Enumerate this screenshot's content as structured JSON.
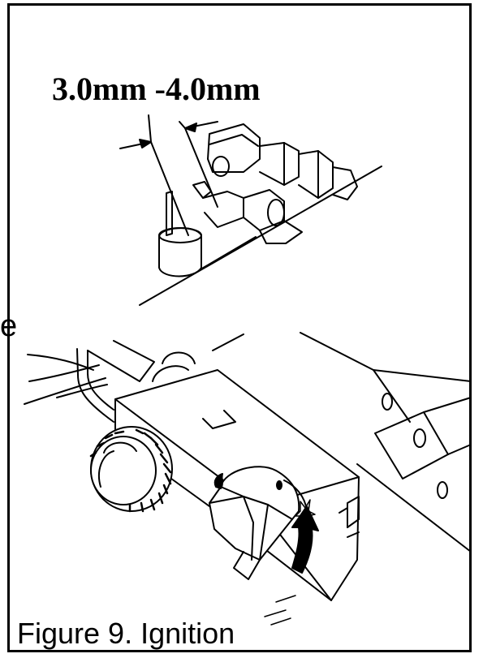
{
  "figure": {
    "dimension_label": "3.0mm -4.0mm",
    "caption": "Figure 9. Ignition",
    "stray_text": "e"
  },
  "icons": {
    "arrow": "curved-arrow-icon",
    "spark": "spark-icon",
    "flame": "flame-icon"
  },
  "colors": {
    "line": "#000000",
    "background": "#ffffff"
  }
}
